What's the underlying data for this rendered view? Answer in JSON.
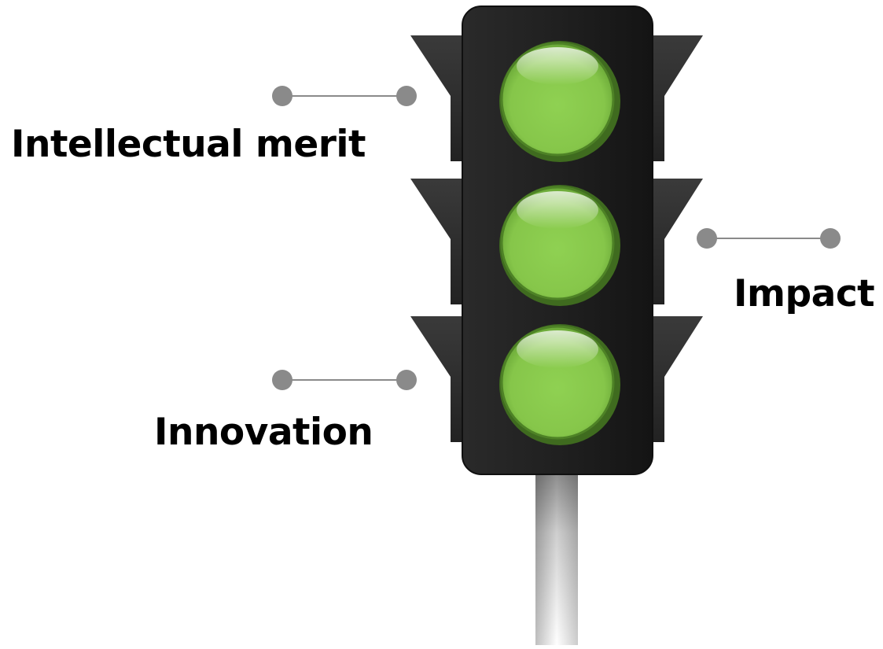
{
  "labels": {
    "intellectual_merit": "Intellectual merit",
    "impact": "Impact",
    "innovation": "Innovation"
  },
  "lights": [
    {
      "name": "top",
      "color": "#8ccd4f",
      "state": "green"
    },
    {
      "name": "middle",
      "color": "#8ccd4f",
      "state": "green"
    },
    {
      "name": "bottom",
      "color": "#8ccd4f",
      "state": "green"
    }
  ],
  "colors": {
    "housing": "#1c1c1c",
    "visor": "#2e2e2e",
    "connector": "#8a8a8a",
    "text": "#000000"
  }
}
